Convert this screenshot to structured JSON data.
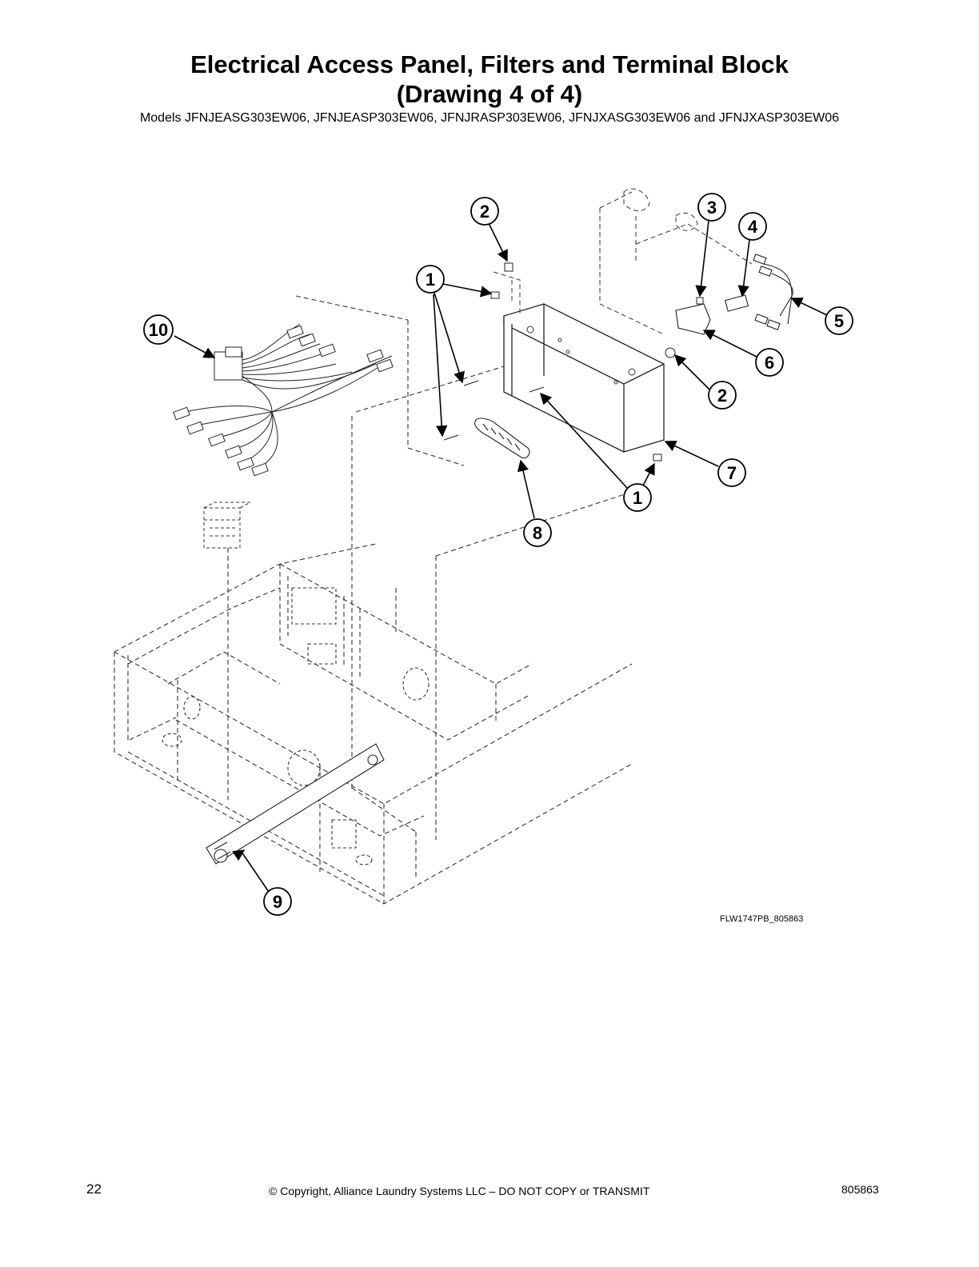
{
  "header": {
    "title_line1": "Electrical Access Panel, Filters and Terminal Block",
    "title_line2": "(Drawing 4 of 4)",
    "models": "Models JFNJEASG303EW06, JFNJEASP303EW06, JFNJRASP303EW06, JFNJXASG303EW06 and JFNJXASP303EW06"
  },
  "diagram": {
    "figure_id": "FLW1747PB_805863",
    "callouts": [
      "1",
      "1",
      "2",
      "2",
      "3",
      "4",
      "5",
      "6",
      "7",
      "8",
      "9",
      "10"
    ]
  },
  "footer": {
    "page_number": "22",
    "copyright": "© Copyright, Alliance Laundry Systems LLC – DO NOT COPY or TRANSMIT",
    "doc_number": "805863"
  }
}
